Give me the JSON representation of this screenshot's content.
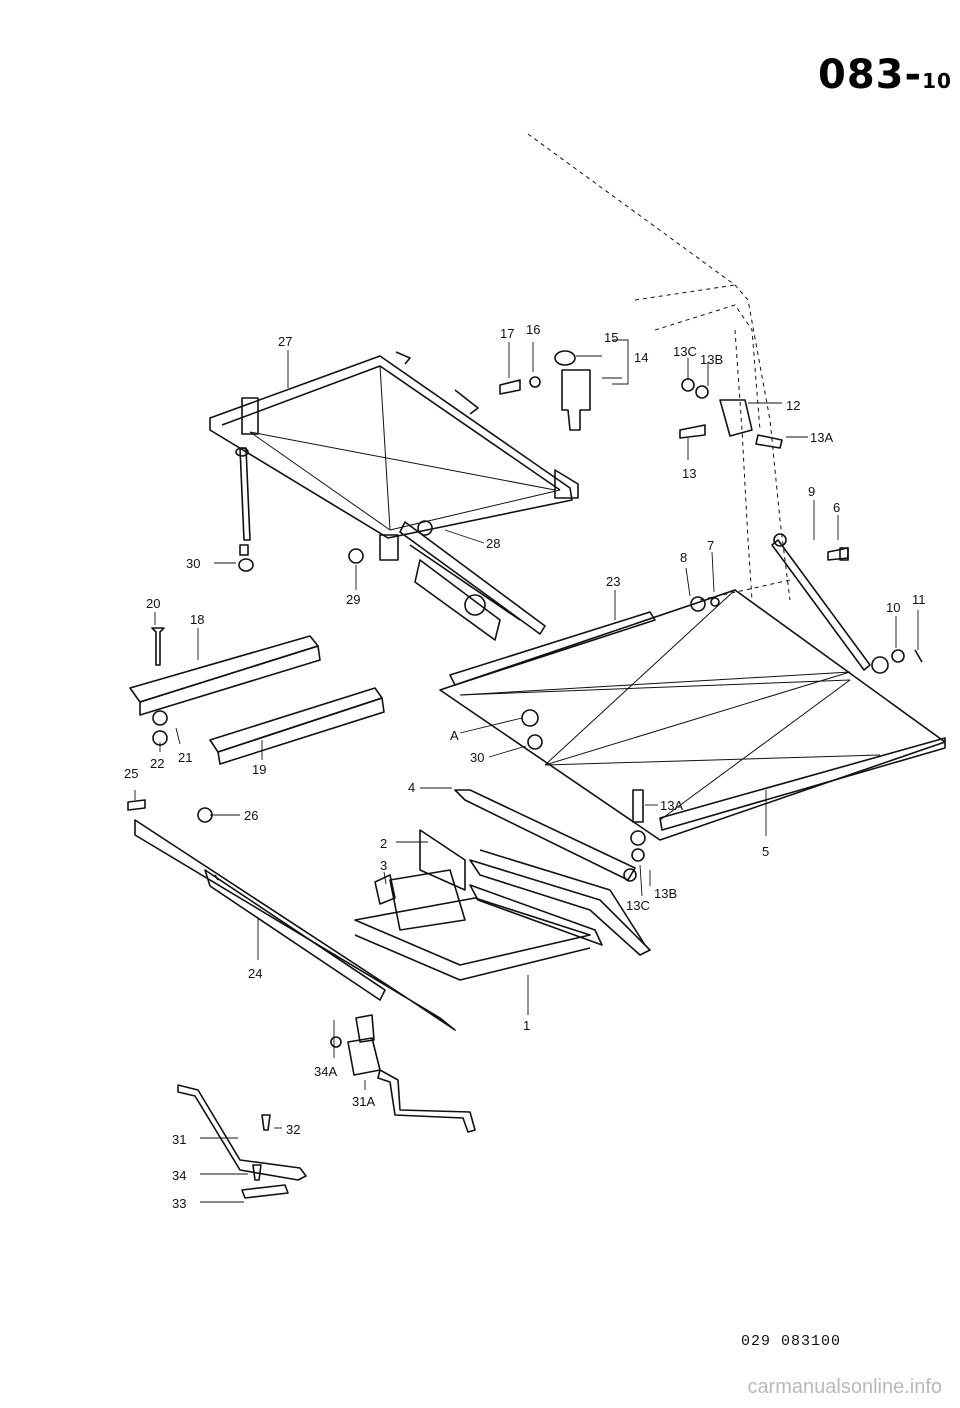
{
  "page": {
    "number_main": "083-",
    "number_sub": "10",
    "drawing_code": "029 083100",
    "watermark": "carmanualsonline.info"
  },
  "callouts": [
    {
      "id": "c27",
      "text": "27"
    },
    {
      "id": "c17",
      "text": "17"
    },
    {
      "id": "c16",
      "text": "16"
    },
    {
      "id": "c15",
      "text": "15"
    },
    {
      "id": "c14",
      "text": "14"
    },
    {
      "id": "c13C_top",
      "text": "13C"
    },
    {
      "id": "c13B_top",
      "text": "13B"
    },
    {
      "id": "c12",
      "text": "12"
    },
    {
      "id": "c13A_top",
      "text": "13A"
    },
    {
      "id": "c13",
      "text": "13"
    },
    {
      "id": "c9",
      "text": "9"
    },
    {
      "id": "c6",
      "text": "6"
    },
    {
      "id": "c28",
      "text": "28"
    },
    {
      "id": "c30_top",
      "text": "30"
    },
    {
      "id": "c29",
      "text": "29"
    },
    {
      "id": "c8",
      "text": "8"
    },
    {
      "id": "c7",
      "text": "7"
    },
    {
      "id": "c23",
      "text": "23"
    },
    {
      "id": "c20",
      "text": "20"
    },
    {
      "id": "c18",
      "text": "18"
    },
    {
      "id": "c10",
      "text": "10"
    },
    {
      "id": "c11",
      "text": "11"
    },
    {
      "id": "cA",
      "text": "A"
    },
    {
      "id": "c30_mid",
      "text": "30"
    },
    {
      "id": "c21",
      "text": "21"
    },
    {
      "id": "c22",
      "text": "22"
    },
    {
      "id": "c19",
      "text": "19"
    },
    {
      "id": "c25",
      "text": "25"
    },
    {
      "id": "c4",
      "text": "4"
    },
    {
      "id": "c13A_mid",
      "text": "13A"
    },
    {
      "id": "c26",
      "text": "26"
    },
    {
      "id": "c5",
      "text": "5"
    },
    {
      "id": "c2",
      "text": "2"
    },
    {
      "id": "c3",
      "text": "3"
    },
    {
      "id": "c13B_mid",
      "text": "13B"
    },
    {
      "id": "c13C_mid",
      "text": "13C"
    },
    {
      "id": "c24",
      "text": "24"
    },
    {
      "id": "c1",
      "text": "1"
    },
    {
      "id": "c34A",
      "text": "34A"
    },
    {
      "id": "c31A",
      "text": "31A"
    },
    {
      "id": "c32",
      "text": "32"
    },
    {
      "id": "c31",
      "text": "31"
    },
    {
      "id": "c34",
      "text": "34"
    },
    {
      "id": "c33",
      "text": "33"
    }
  ]
}
